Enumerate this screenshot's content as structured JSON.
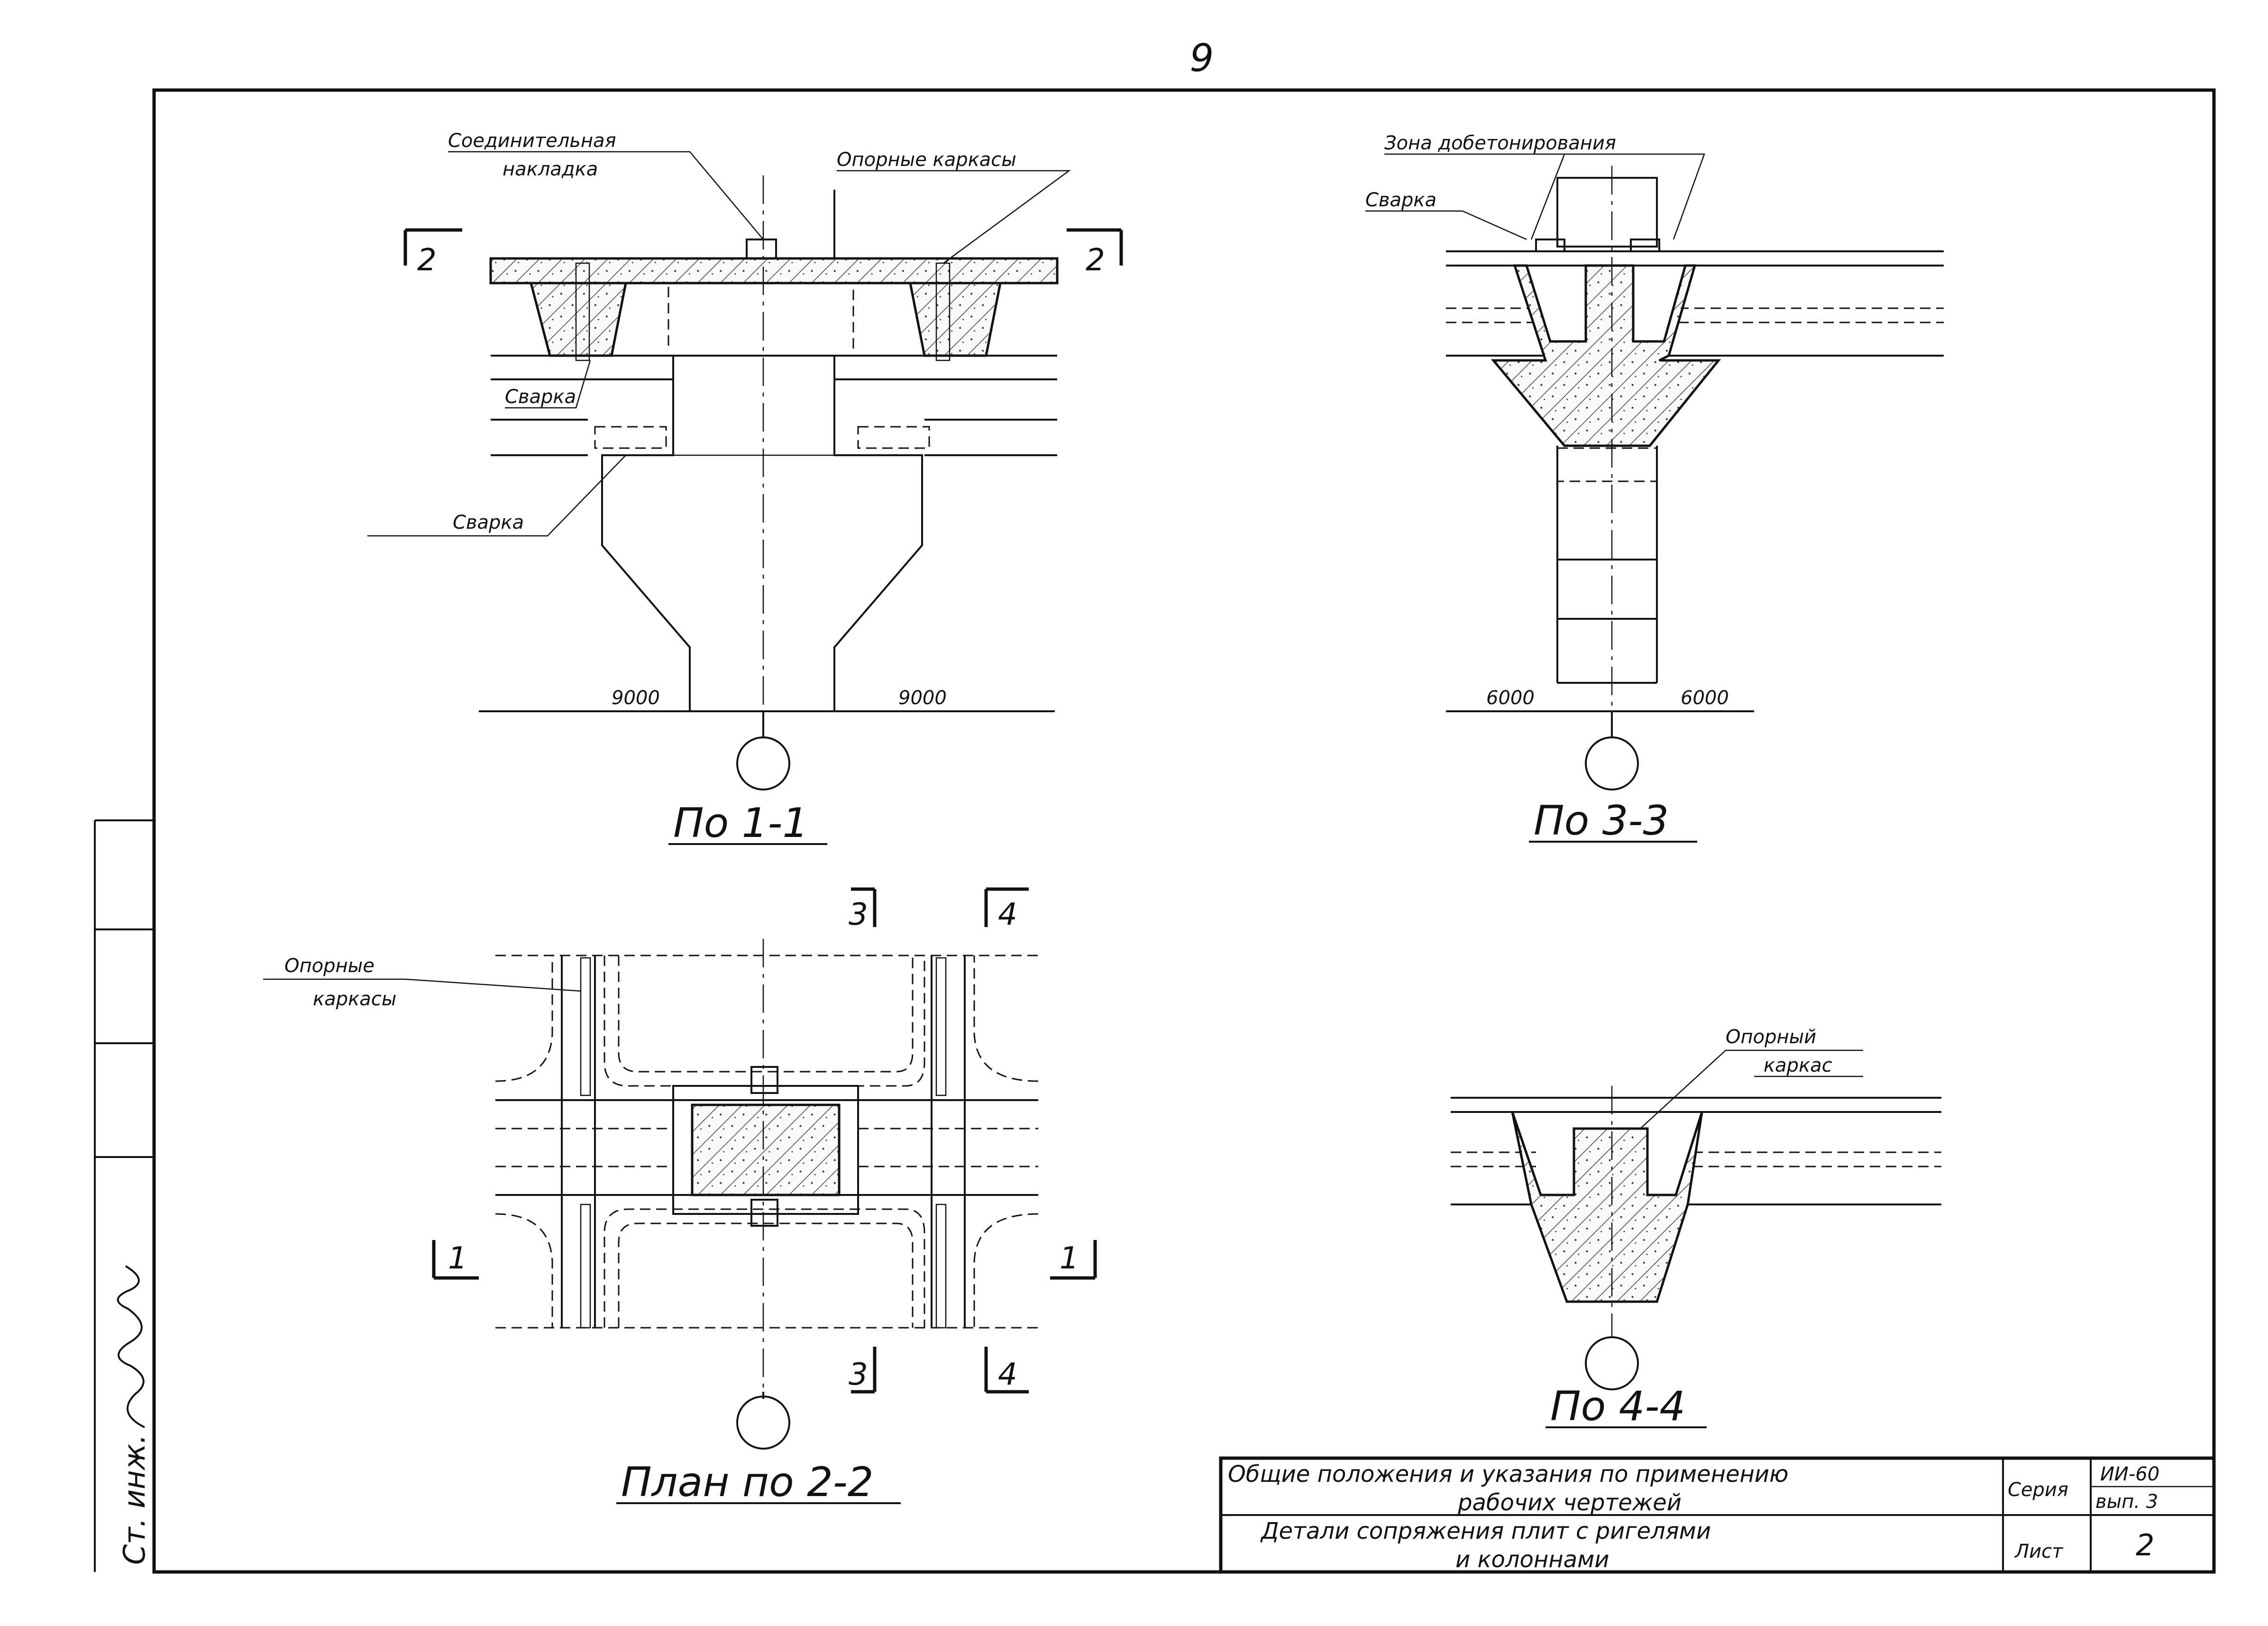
{
  "page_number": "9",
  "views": {
    "section_1_1": {
      "title": "По 1-1",
      "label_connector": [
        "Соединительная",
        "накладка"
      ],
      "label_supports": "Опорные каркасы",
      "label_weld_1": "Сварка",
      "label_weld_2": "Сварка",
      "cut_mark": "2",
      "span_left": "9000",
      "span_right": "9000"
    },
    "section_3_3": {
      "title": "По 3-3",
      "label_zone": "Зона добетонирования",
      "label_weld": "Сварка",
      "span_left": "6000",
      "span_right": "6000"
    },
    "plan_2_2": {
      "title": "План по 2-2",
      "label_supports": [
        "Опорные",
        "каркасы"
      ],
      "cut_1": "1",
      "cut_3": "3",
      "cut_4": "4"
    },
    "section_4_4": {
      "title": "По 4-4",
      "label_support": [
        "Опорный",
        "каркас"
      ]
    }
  },
  "side_stamp": {
    "signature_role": "Ст. инж."
  },
  "title_block": {
    "general_title": [
      "Общие положения и указания по применению",
      "рабочих чертежей"
    ],
    "sheet_title": [
      "Детали сопряжения плит с ригелями",
      "и колоннами"
    ],
    "series_label": "Серия",
    "series_value": "ИИ-60",
    "issue_value": "вып. 3",
    "sheet_label": "Лист",
    "sheet_value": "2"
  }
}
